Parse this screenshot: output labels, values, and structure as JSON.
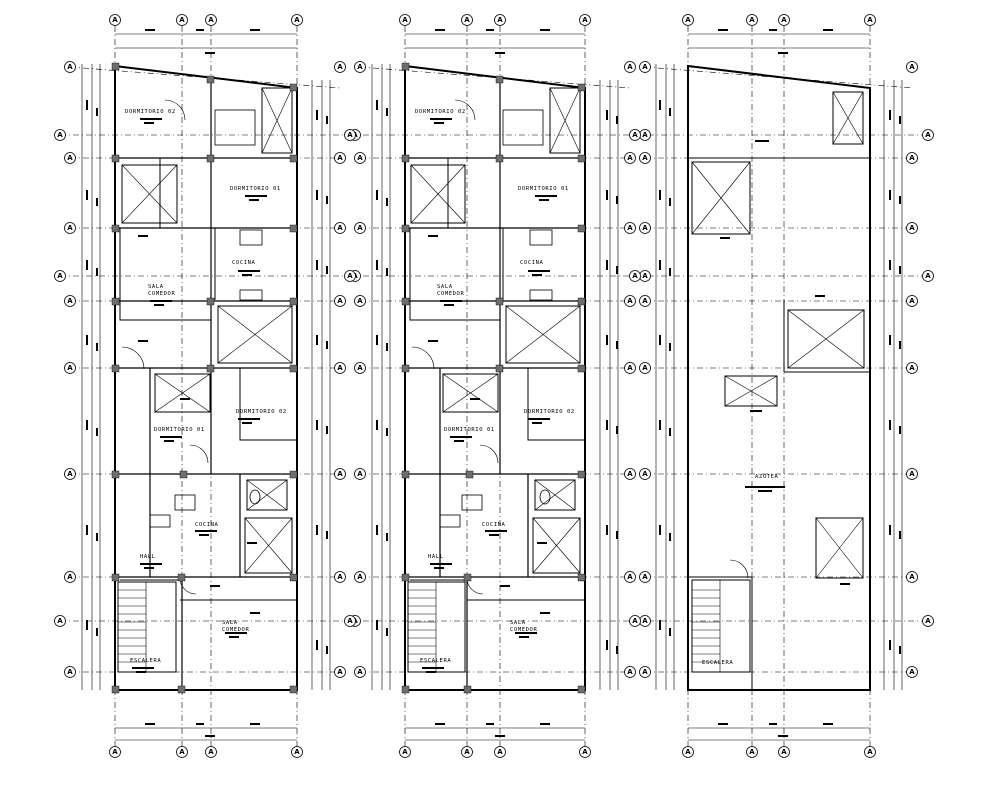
{
  "drawing": {
    "type": "architectural-floor-plans",
    "colors": {
      "lines": "#000000",
      "columns": "#6e6e6e",
      "background": "#ffffff"
    }
  },
  "axis_label": "A",
  "plans": [
    {
      "id": "plan-1",
      "rooms": {
        "dormitorio_02_top": "DORMITORIO 02",
        "dormitorio_01_top": "DORMITORIO 01",
        "cocina_top": "COCINA",
        "sala_comedor_top": "SALA\nCOMEDOR",
        "dormitorio_02_mid": "DORMITORIO 02",
        "dormitorio_01_mid": "DORMITORIO 01",
        "cocina_bottom": "COCINA",
        "hall": "HALL",
        "sala_comedor_bottom": "SALA\nCOMEDOR",
        "escalera": "ESCALERA"
      }
    },
    {
      "id": "plan-2",
      "rooms": {
        "dormitorio_02_top": "DORMITORIO 02",
        "dormitorio_01_top": "DORMITORIO 01",
        "cocina_top": "COCINA",
        "sala_comedor_top": "SALA\nCOMEDOR",
        "dormitorio_02_mid": "DORMITORIO 02",
        "dormitorio_01_mid": "DORMITORIO 01",
        "cocina_bottom": "COCINA",
        "hall": "HALL",
        "sala_comedor_bottom": "SALA\nCOMEDOR",
        "escalera": "ESCALERA"
      }
    },
    {
      "id": "plan-3-roof",
      "rooms": {
        "azotea": "AZOTEA",
        "escalera": "ESCALERA"
      }
    }
  ]
}
